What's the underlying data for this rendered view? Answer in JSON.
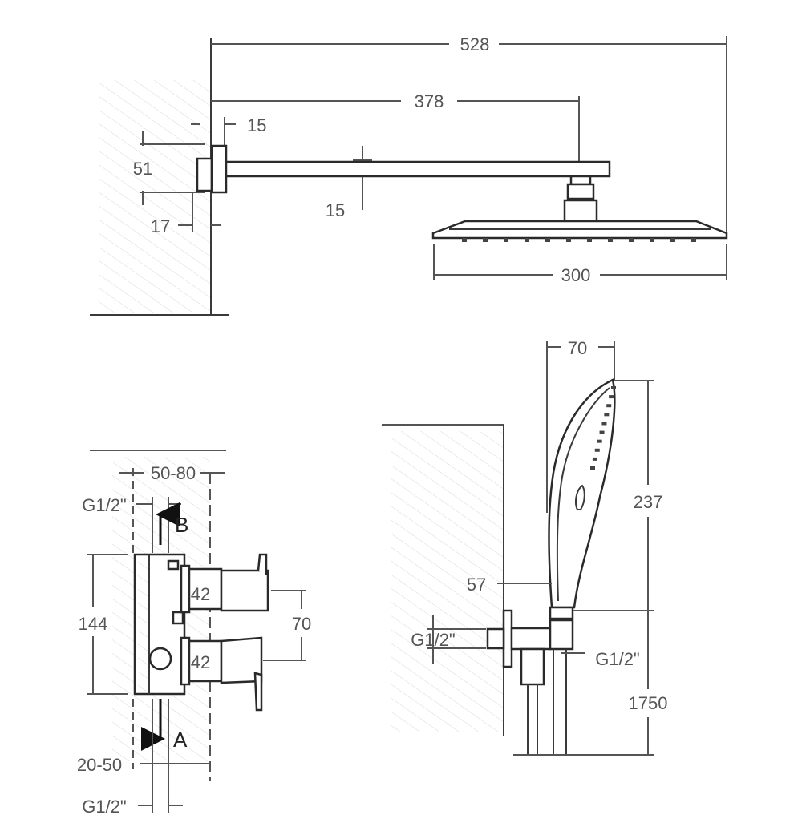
{
  "head_view": {
    "overall_width": "528",
    "arm_length": "378",
    "flange_thickness": "15",
    "flange_height": "51",
    "wall_offset": "17",
    "arm_height": "15",
    "head_width": "300"
  },
  "valve_view": {
    "wall_depth": "50-80",
    "top_outlet_thread": "G1/2\"",
    "outlet_b": "B",
    "outlet_a": "A",
    "body_height": "144",
    "upper_handle_depth": "42",
    "lower_handle_depth": "42",
    "handle_spacing": "70",
    "bottom_depth": "20-50",
    "bottom_thread": "G1/2\""
  },
  "hand_view": {
    "handset_width": "70",
    "handset_length": "237",
    "bracket_offset": "57",
    "inlet_thread": "G1/2\"",
    "outlet_thread": "G1/2\"",
    "install_height": "1750"
  }
}
